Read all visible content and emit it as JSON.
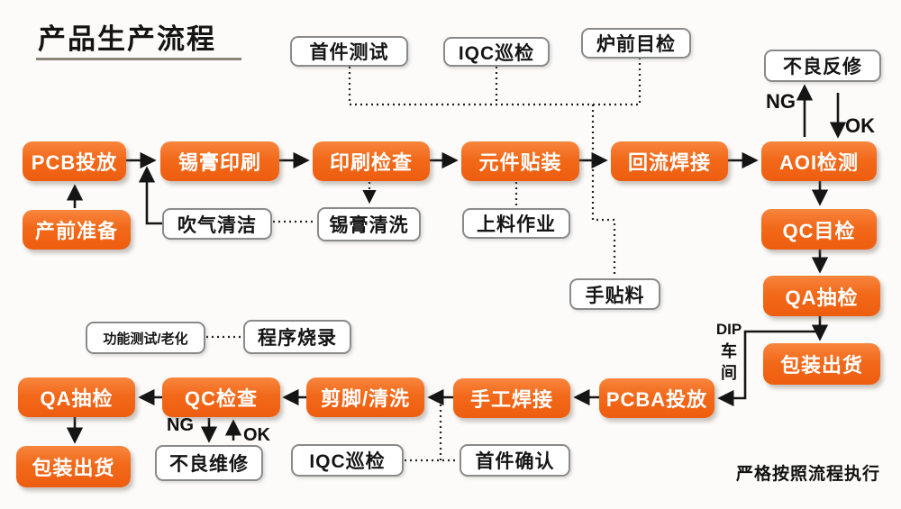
{
  "title": "产品生产流程",
  "footer_note": "严格按照流程执行",
  "colors": {
    "accent_orange": "#f2691a",
    "box_border": "#8a8a8a",
    "line_black": "#151515"
  },
  "nodes": {
    "first_article_test": "首件测试",
    "iqc_patrol_top": "IQC巡检",
    "pre_furnace_inspection": "炉前目检",
    "defect_rework": "不良反修",
    "pcb_release": "PCB投放",
    "solder_paste_printing": "锡膏印刷",
    "printing_inspection": "印刷检查",
    "component_placement": "元件贴装",
    "reflow_soldering": "回流焊接",
    "aoi_inspection": "AOI检测",
    "pre_production_prep": "产前准备",
    "air_blow_cleaning": "吹气清洁",
    "solder_paste_cleaning": "锡膏清洗",
    "loading_operation": "上料作业",
    "qc_visual_inspection": "QC目检",
    "manual_placement": "手贴料",
    "qa_sampling_right": "QA抽检",
    "functional_test_aging": "功能测试/老化",
    "program_burning": "程序烧录",
    "packing_shipping_right": "包装出货",
    "qa_sampling_bottom": "QA抽检",
    "qc_inspection": "QC检查",
    "lead_cutting_cleaning": "剪脚/清洗",
    "manual_soldering": "手工焊接",
    "pcba_release": "PCBA投放",
    "packing_shipping_bottom": "包装出货",
    "defect_repair": "不良维修",
    "iqc_patrol_bottom": "IQC巡检",
    "first_article_confirm": "首件确认"
  },
  "labels": {
    "ng_top": "NG",
    "ok_top": "OK",
    "ng_bottom": "NG",
    "ok_bottom": "OK",
    "dip": [
      "DIP",
      "车",
      "间"
    ]
  }
}
